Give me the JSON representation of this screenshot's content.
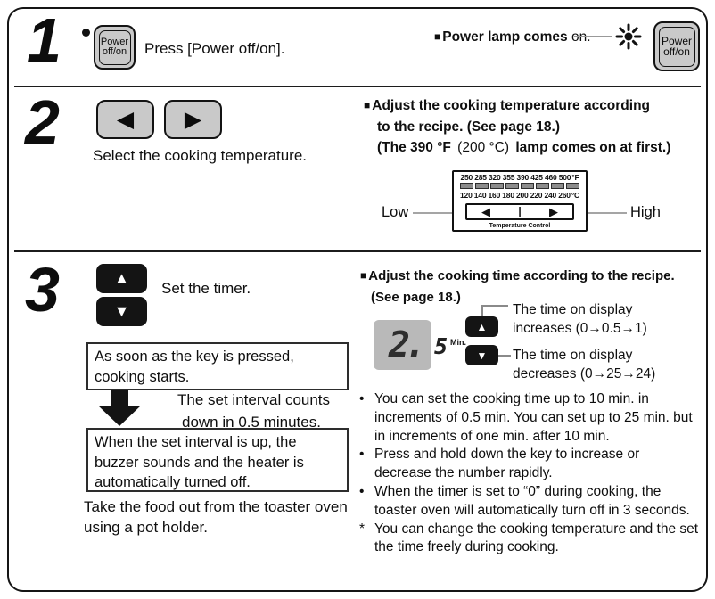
{
  "glyphs": {
    "square": "■",
    "bullet": "•",
    "asterisk": "*",
    "left_triangle": "◀",
    "right_triangle": "▶",
    "up_triangle": "▲",
    "down_triangle": "▼",
    "separator_bar": "|"
  },
  "colors": {
    "button_gray": "#c9c9c9",
    "display_gray": "#b9b9b9",
    "ink": "#111111",
    "connector_gray": "#999999"
  },
  "step1": {
    "number": "1",
    "power_button": {
      "line1": "Power",
      "line2": "off/on"
    },
    "instruction": "Press [Power off/on].",
    "lamp_note_bold": "Power lamp comes",
    "lamp_note_rest": " on."
  },
  "step2": {
    "number": "2",
    "instruction": "Select the cooking temperature.",
    "note_line1": "Adjust the cooking temperature according",
    "note_line2": "to the recipe. (See page 18.)",
    "note_line3_a": "(The 390 °F",
    "note_line3_b": "(200 °C)",
    "note_line3_c": "lamp comes on at first.)",
    "temp_control": {
      "fahrenheit_scale": "250 285 320 355 390 425 460 500",
      "fahrenheit_unit": "°F",
      "celsius_scale": "120 140 160 180 200 220 240 260",
      "celsius_unit": "°C",
      "label": "Temperature Control",
      "low_label": "Low",
      "high_label": "High"
    }
  },
  "step3": {
    "number": "3",
    "instruction": "Set the timer.",
    "start_note": "As soon as the key is pressed, cooking starts.",
    "interval_note_line1": "The set interval counts",
    "interval_note_line2": "down in 0.5 minutes.",
    "end_note": "When the set interval is up, the buzzer sounds and the heater is automatically turned off.",
    "remove_note_line1": "Take the food out from the toaster oven",
    "remove_note_line2": "using a pot holder.",
    "right": {
      "heading_line1": "Adjust the cooking time according to the recipe.",
      "heading_line2": "(See page 18.)",
      "display": {
        "digit": "2.",
        "half_digit": "5",
        "unit": "Min."
      },
      "increase_note_line1": "The time on display",
      "increase_note_line2": "increases (0→0.5→1)",
      "decrease_note_line1": "The time on display",
      "decrease_note_line2": "decreases (0→25→24)",
      "bullets": [
        "You can set the cooking time up to 10 min. in increments of 0.5 min. You can set up to 25 min. but in increments of one min. after 10 min.",
        "Press and hold down the key to increase or decrease the number rapidly.",
        "When the timer is set to “0” during cooking, the toaster oven will automatically turn off in 3 seconds."
      ],
      "star_note": "You can change the cooking temperature and the set the time freely during cooking."
    }
  }
}
